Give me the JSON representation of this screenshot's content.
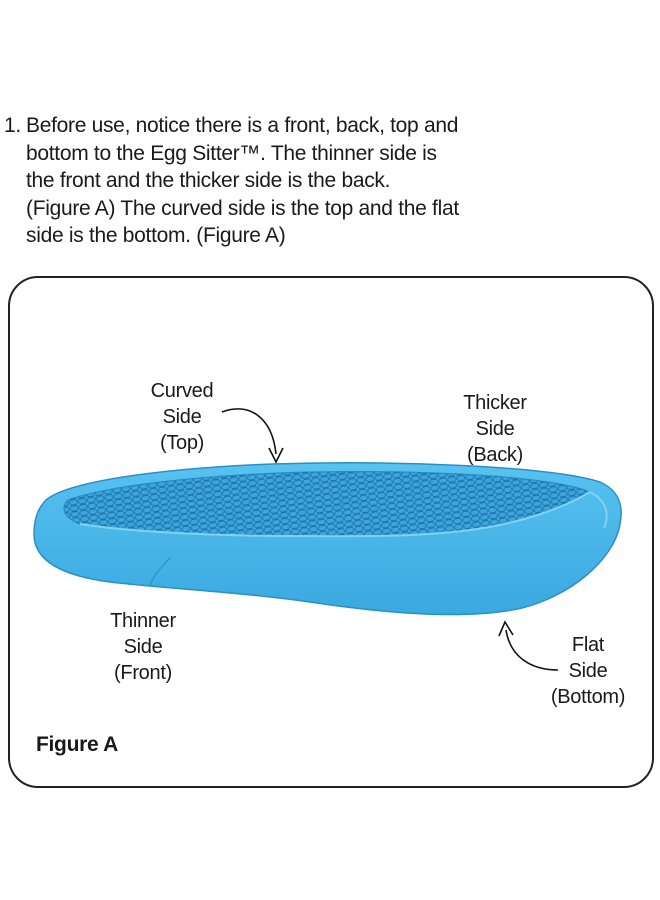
{
  "instruction": {
    "number": "1.",
    "lines": [
      "Before use, notice there is a front, back, top and",
      "bottom to the Egg Sitter™.  The thinner side is",
      "the front and the thicker side is the back.",
      "(Figure A) The curved side is the top and the flat",
      "side is the bottom. (Figure A)"
    ]
  },
  "figure": {
    "caption": "Figure A",
    "colors": {
      "cushion": "#4db8ea",
      "cushion_dark": "#2a8fc6",
      "grid": "#1f6fa6",
      "border": "#222222"
    },
    "labels": {
      "curved": [
        "Curved",
        "Side",
        "(Top)"
      ],
      "thicker": [
        "Thicker",
        "Side",
        "(Back)"
      ],
      "thinner": [
        "Thinner",
        "Side",
        "(Front)"
      ],
      "flat": [
        "Flat",
        "Side",
        "(Bottom)"
      ]
    }
  }
}
